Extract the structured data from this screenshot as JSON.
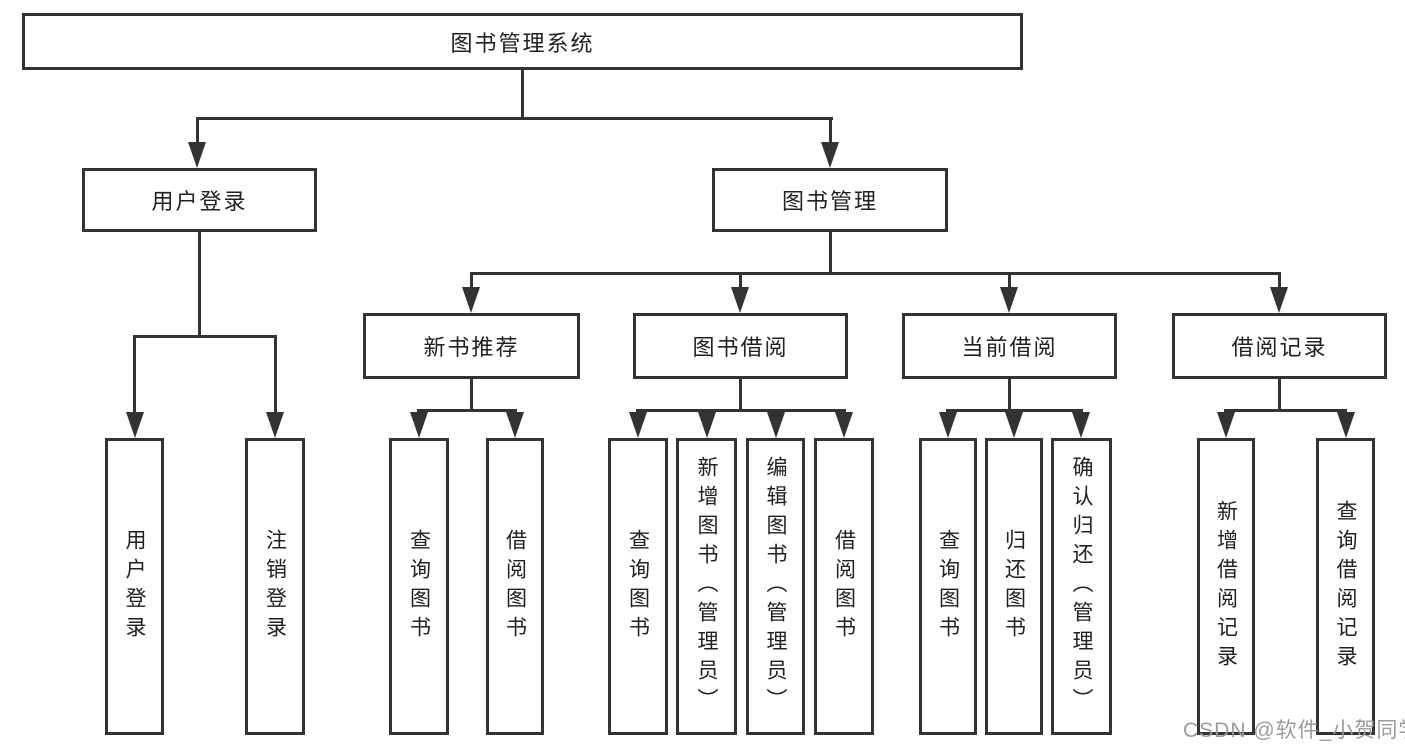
{
  "diagram": {
    "root": {
      "label": "图书管理系统"
    },
    "branches": [
      {
        "label": "用户登录",
        "children": [
          {
            "label": "用户登录"
          },
          {
            "label": "注销登录"
          }
        ]
      },
      {
        "label": "图书管理",
        "sections": [
          {
            "label": "新书推荐",
            "children": [
              {
                "label": "查询图书"
              },
              {
                "label": "借阅图书"
              }
            ]
          },
          {
            "label": "图书借阅",
            "children": [
              {
                "label": "查询图书"
              },
              {
                "label": "新增图书（管理员）"
              },
              {
                "label": "编辑图书（管理员）"
              },
              {
                "label": "借阅图书"
              }
            ]
          },
          {
            "label": "当前借阅",
            "children": [
              {
                "label": "查询图书"
              },
              {
                "label": "归还图书"
              },
              {
                "label": "确认归还（管理员）"
              }
            ]
          },
          {
            "label": "借阅记录",
            "children": [
              {
                "label": "新增借阅记录"
              },
              {
                "label": "查询借阅记录"
              }
            ]
          }
        ]
      }
    ]
  },
  "watermark": {
    "text": "CSDN @软件_小贺同学"
  },
  "colors": {
    "line": "#333333",
    "text": "#212121",
    "watermark": "#9b9b9b",
    "background": "#ffffff"
  }
}
